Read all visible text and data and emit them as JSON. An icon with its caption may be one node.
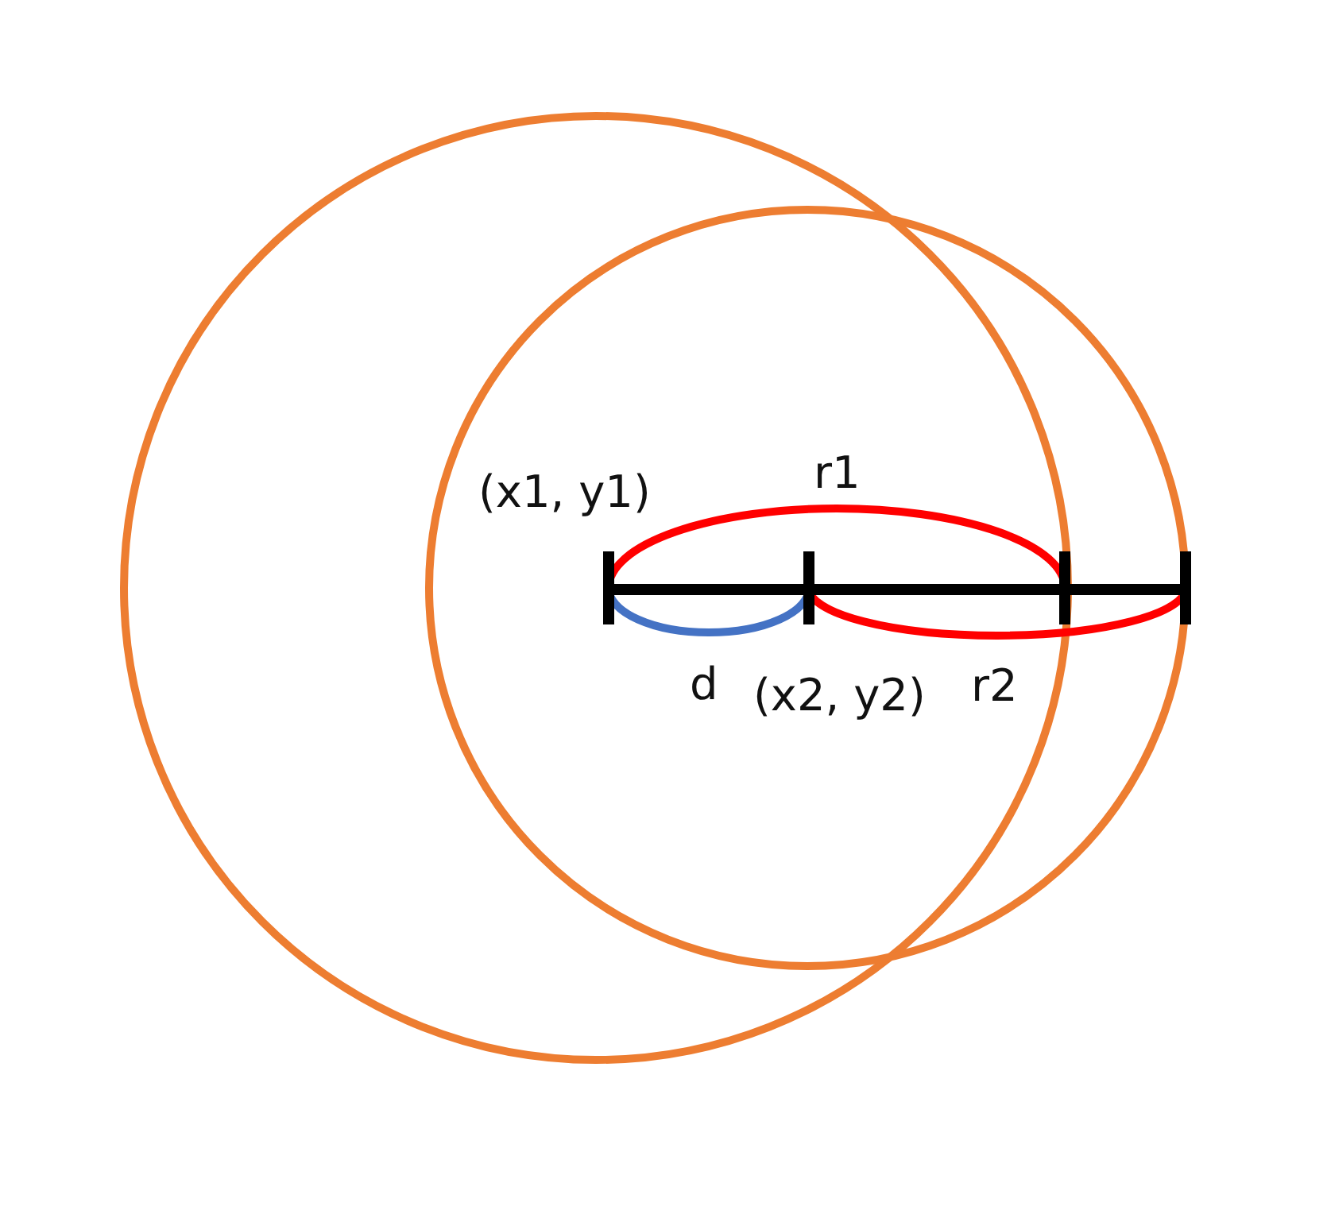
{
  "diagram": {
    "labels": [
      "(x1, y1)",
      "r1",
      "d",
      "(x2, y2)",
      "r2"
    ]
  }
}
